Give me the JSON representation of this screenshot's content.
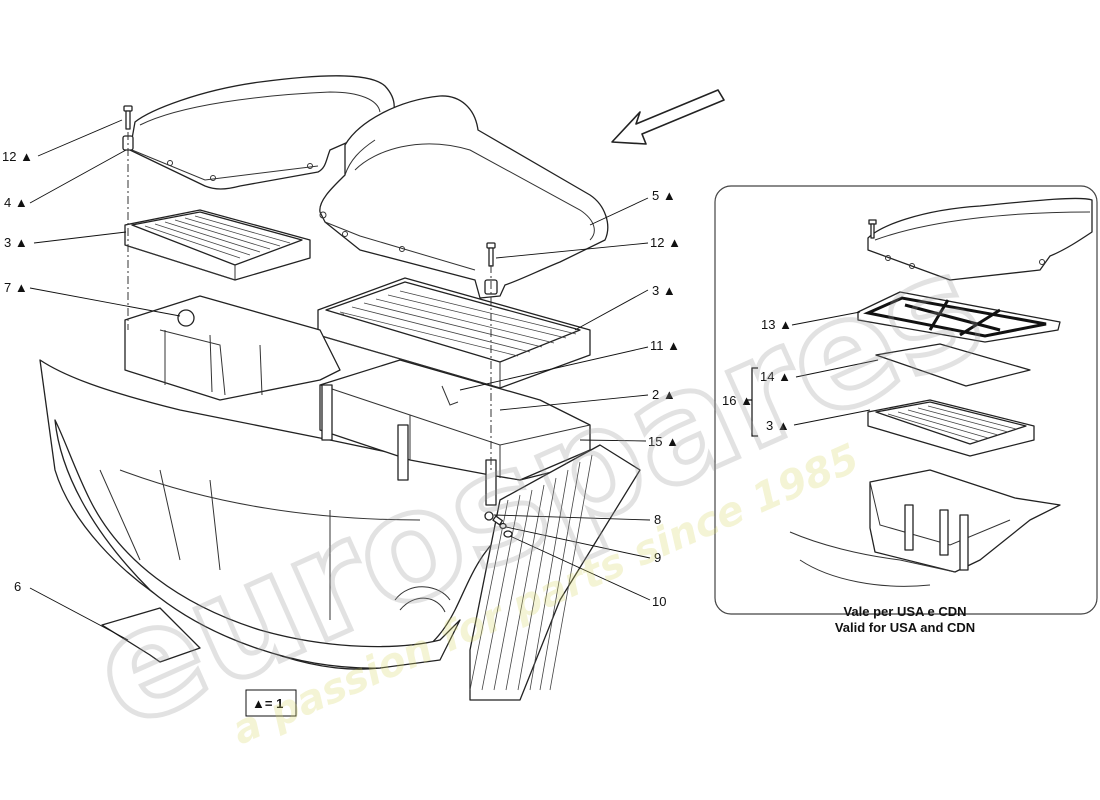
{
  "watermark": {
    "brand": "eurospares",
    "tagline": "a passion for parts since 1985"
  },
  "inset": {
    "caption_line1": "Vale per USA e CDN",
    "caption_line2": "Valid for USA and CDN"
  },
  "legend": {
    "text": "▲= 1"
  },
  "callouts": {
    "c12a": "12 ▲",
    "c4": "4 ▲",
    "c3a": "3 ▲",
    "c7": "7 ▲",
    "c6": "6",
    "c5": "5 ▲",
    "c12b": "12 ▲",
    "c3b": "3 ▲",
    "c11": "11 ▲",
    "c2": "2 ▲",
    "c15": "15 ▲",
    "c8": "8",
    "c9": "9",
    "c10": "10",
    "c13": "13 ▲",
    "c14": "14 ▲",
    "c16": "16 ▲",
    "c3c": "3 ▲"
  }
}
